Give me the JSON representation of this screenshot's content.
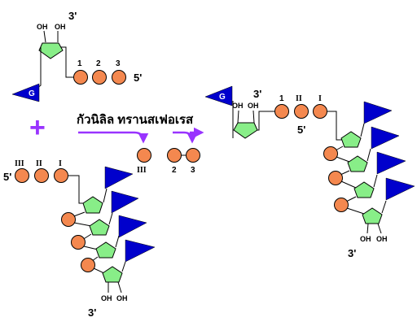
{
  "enzyme_name": "กัวนิลิล ทรานสเฟอเรส",
  "operator_plus": "+",
  "cap_base": "G",
  "hydroxyl": "OH",
  "end_3prime": "3'",
  "end_5prime": "5'",
  "arabic_numbers": [
    "1",
    "2",
    "3"
  ],
  "roman_numbers": [
    "III",
    "II",
    "I"
  ],
  "colors": {
    "phosphate": "#f4884f",
    "sugar": "#88ee88",
    "base_flag": "#0000cc",
    "arrow": "#9933ff",
    "line": "#000000"
  }
}
